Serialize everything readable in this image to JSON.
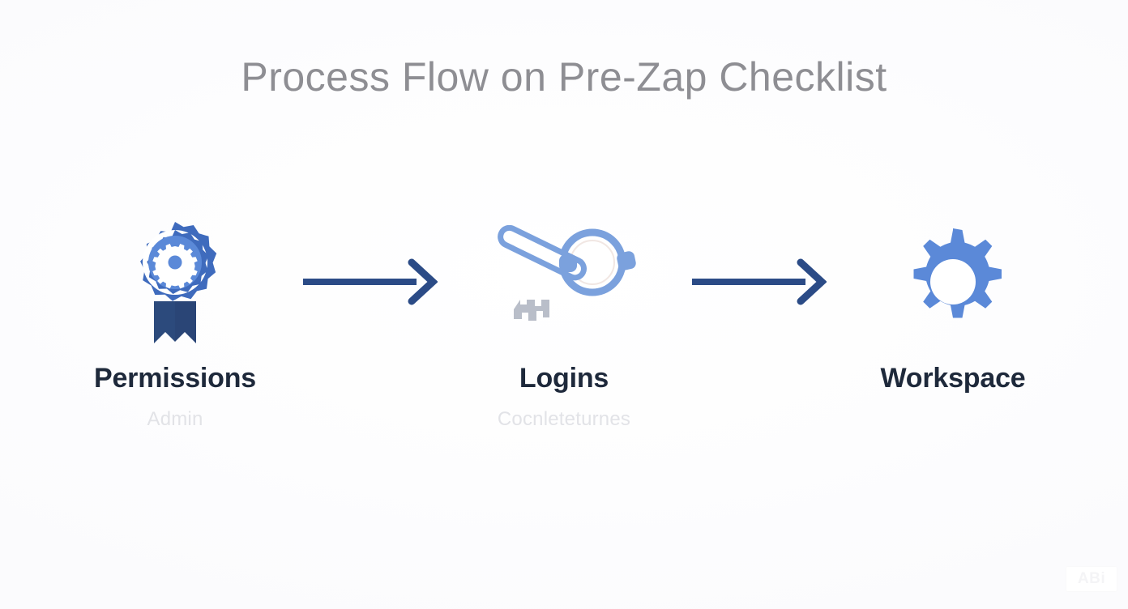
{
  "header": {
    "title": "Process Flow on Pre-Zap Checklist"
  },
  "flow": {
    "steps": [
      {
        "label": "Permissions",
        "sublabel": "Admin",
        "icon": "award-badge-gear-icon"
      },
      {
        "label": "Logins",
        "sublabel": "Cocnleteturnes",
        "icon": "key-icon"
      },
      {
        "label": "Workspace",
        "sublabel": "",
        "icon": "gear-icon"
      }
    ],
    "connectors": [
      {
        "icon": "arrow-right-icon"
      },
      {
        "icon": "arrow-right-icon"
      }
    ]
  },
  "watermark": {
    "text": "ABi"
  },
  "colors": {
    "background": "#ffffff",
    "title_gray": "#8e8e93",
    "label_navy": "#1e293b",
    "sublabel_gray": "#e2e3e7",
    "icon_blue": "#5b89d8",
    "icon_blue_dark": "#3f6bbd",
    "ribbon_navy": "#2c4a7c",
    "arrow_navy": "#2b4b86",
    "key_blue": "#7ba1dd",
    "key_gray": "#b9bec9"
  }
}
